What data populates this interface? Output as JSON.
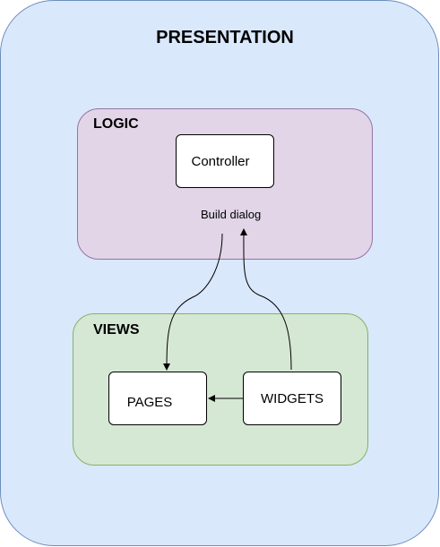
{
  "diagram": {
    "presentation": {
      "title": "PRESENTATION"
    },
    "logic": {
      "title": "LOGIC",
      "controller_label": "Controller",
      "edge_label": "Build dialog"
    },
    "views": {
      "title": "VIEWS",
      "pages_label": "PAGES",
      "widgets_label": "WIDGETS"
    },
    "colors": {
      "presentation_fill": "#dae8fc",
      "presentation_stroke": "#6c8ebf",
      "logic_fill": "#e1d5e7",
      "logic_stroke": "#9673a6",
      "views_fill": "#d5e8d4",
      "views_stroke": "#82b366",
      "node_fill": "#ffffff",
      "edge": "#000000"
    },
    "edges": [
      {
        "from": "widgets",
        "to": "logic",
        "label": "Build dialog"
      },
      {
        "from": "logic",
        "to": "pages"
      },
      {
        "from": "widgets",
        "to": "pages"
      }
    ]
  }
}
